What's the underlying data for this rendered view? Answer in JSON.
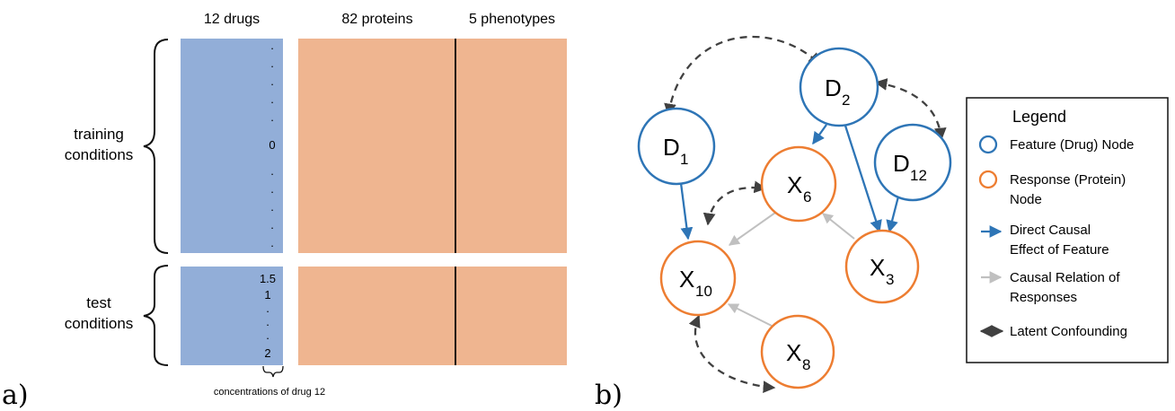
{
  "panel_a": {
    "label": "a)",
    "headers": {
      "drugs": "12 drugs",
      "proteins": "82 proteins",
      "phenotypes": "5 phenotypes"
    },
    "row_labels": {
      "training_line1": "training",
      "training_line2": "conditions",
      "test_line1": "test",
      "test_line2": "conditions"
    },
    "training_value": "0",
    "test_values": [
      "1.5",
      "1",
      "2"
    ],
    "dot": ".",
    "footnote": "concentrations of drug 12",
    "colors": {
      "drug_block": "#92aed8",
      "response_block": "#efb590",
      "divider": "#111111"
    }
  },
  "panel_b": {
    "label": "b)",
    "nodes": [
      {
        "id": "D2",
        "main": "D",
        "sub": "2",
        "kind": "feature"
      },
      {
        "id": "D1",
        "main": "D",
        "sub": "1",
        "kind": "feature"
      },
      {
        "id": "D12",
        "main": "D",
        "sub": "12",
        "kind": "feature"
      },
      {
        "id": "X6",
        "main": "X",
        "sub": "6",
        "kind": "response"
      },
      {
        "id": "X10",
        "main": "X",
        "sub": "10",
        "kind": "response"
      },
      {
        "id": "X3",
        "main": "X",
        "sub": "3",
        "kind": "response"
      },
      {
        "id": "X8",
        "main": "X",
        "sub": "8",
        "kind": "response"
      }
    ],
    "edges": {
      "direct": [
        [
          "D1",
          "X10"
        ],
        [
          "D2",
          "X6"
        ],
        [
          "D2",
          "X3"
        ],
        [
          "D12",
          "X3"
        ]
      ],
      "response": [
        [
          "X6",
          "X10"
        ],
        [
          "X3",
          "X6"
        ],
        [
          "X8",
          "X10"
        ]
      ],
      "confounding": [
        [
          "D2",
          "D1"
        ],
        [
          "D2",
          "D12"
        ],
        [
          "X10",
          "X6"
        ],
        [
          "X10",
          "X8"
        ]
      ]
    },
    "legend": {
      "title": "Legend",
      "feature": "Feature (Drug) Node",
      "response_l1": "Response (Protein)",
      "response_l2": "Node",
      "direct_l1": "Direct Causal",
      "direct_l2": "Effect of Feature",
      "relation_l1": "Causal Relation of",
      "relation_l2": "Responses",
      "latent": "Latent Confounding"
    },
    "colors": {
      "feature": "#2e75b6",
      "response": "#ed7d31",
      "response_edge": "#c0c0c0",
      "confounding": "#404040"
    }
  }
}
